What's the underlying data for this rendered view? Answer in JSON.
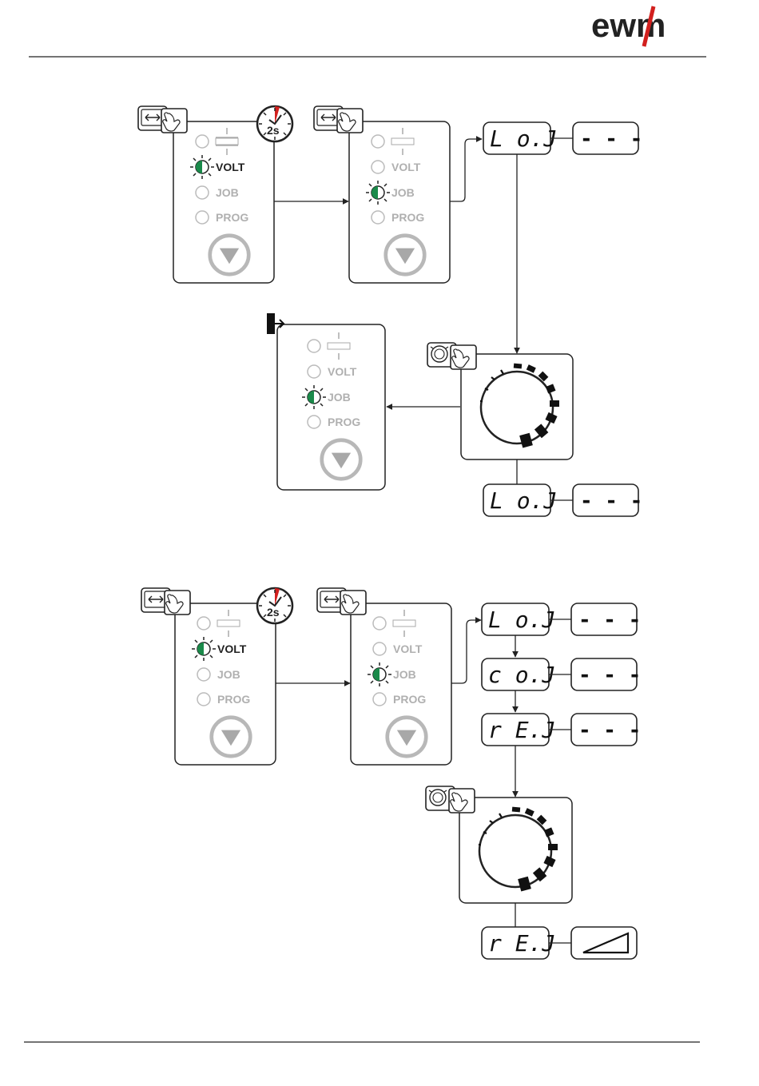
{
  "brand": {
    "logo_text": "ewm"
  },
  "panel_labels": {
    "volt": "VOLT",
    "job": "JOB",
    "prog": "PROG"
  },
  "timer_label": "2s",
  "displays": {
    "lod": "L o.J",
    "cod": "c o.J",
    "red": "r E.J",
    "dashes": "- - -"
  },
  "colors": {
    "accent_green": "#1a8a4a",
    "logo_red": "#d2201e",
    "timer_red": "#d2201e",
    "panel_gray": "#b8b8b8",
    "outline": "#222222"
  },
  "icons": [
    "push-button-icon",
    "timer-2s-icon",
    "exit-icon",
    "rotary-knob-icon",
    "slope-icon"
  ]
}
